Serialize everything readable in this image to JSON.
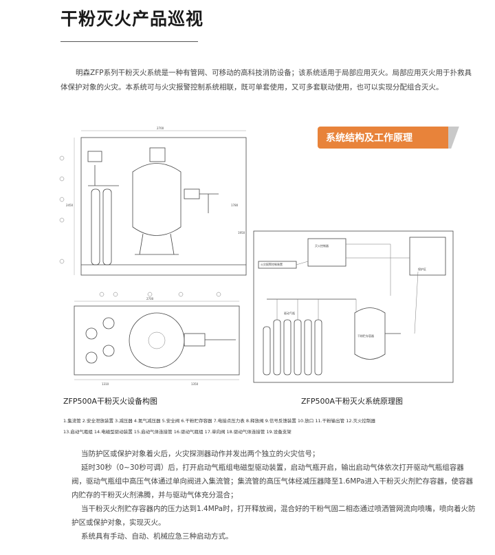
{
  "page": {
    "title": "干粉灭火产品巡视",
    "intro": "明森ZFP系列干粉灭火系统是一种有管网、可移动的高科技消防设备；该系统适用于局部应用灭火。局部应用灭火用于扑救具体保护对象的火灾。本系统可与火灾报警控制系统相联，既可单套使用，又可多套联动使用，也可以实现分配组合灭火。",
    "badge": "系统结构及工作原理"
  },
  "figures": {
    "left_caption": "ZFP500A干粉灭火设备构图",
    "right_caption": "ZFP500A干粉灭火系统原理图",
    "dims": {
      "top_width": "2700",
      "bottom_width": "2700",
      "bottom_left": "1310",
      "bottom_right": "1350",
      "left_height": "2450",
      "right_height": "1780",
      "far_right": "1950"
    },
    "diagram_labels": {
      "controller": "灭火控制器",
      "alarm": "火灾报警控制装置",
      "gas_cylinders": "驱动气瓶",
      "tank": "干粉贮存容器",
      "zone": "保护区"
    }
  },
  "legend": {
    "line1": "1.集流管  2.安全泄放装置  3.减压器  4.氮气减压器  5.安全阀  6.干粉贮存容器  7.电接点压力表  8.释放阀  9.信号反馈装置  10.放口  11.干粉输出管  12.灭火控制器",
    "line2": "13.启动气瓶组  14.电磁型驱动装置  15.启动气体连接管  16.驱动气瓶组  17.单向阀  18.驱动气体连接管  19.设备支架"
  },
  "body": {
    "p1": "当防护区或保护对象着火后，火灾探测器动作并发出两个独立的火灾信号；",
    "p2": "延时30秒（0~30秒可调）后，打开启动气瓶组电磁型驱动装置，启动气瓶开启，输出启动气体依次打开驱动气瓶组容器阀，驱动气瓶组中高压气体通过单向阀进入集流管；集流管的高压气体经减压器降至1.6MPa进入干粉灭火剂贮存容器，使容器内贮存的干粉灭火剂沸腾，并与驱动气体充分混合；",
    "p3": "当干粉灭火剂贮存容器内的压力达到1.4MPa时，打开释放阀，混合好的干粉气固二相态通过喷洒管网流向喷嘴，喷向着火防护区或保护对象，实现灭火。",
    "p4": "系统具有手动、自动、机械应急三种启动方式。"
  }
}
